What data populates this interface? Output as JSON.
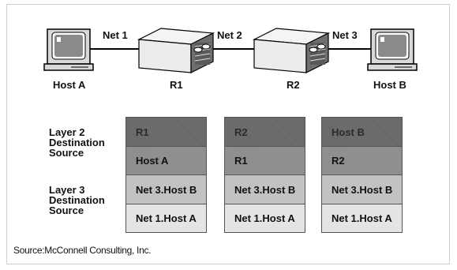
{
  "network": {
    "links": [
      "Net 1",
      "Net 2",
      "Net 3"
    ],
    "devices": [
      {
        "label": "Host A",
        "icon": "computer-icon"
      },
      {
        "label": "R1",
        "icon": "router-icon"
      },
      {
        "label": "R2",
        "icon": "router-icon"
      },
      {
        "label": "Host B",
        "icon": "computer-icon"
      }
    ]
  },
  "table": {
    "layer2": {
      "title": "Layer 2",
      "line1": "Destination",
      "line2": "Source"
    },
    "layer3": {
      "title": "Layer 3",
      "line1": "Destination",
      "line2": "Source"
    },
    "columns": [
      {
        "l2_destination": "R1",
        "l2_source": "Host A",
        "l3_destination": "Net 3.Host B",
        "l3_source": "Net 1.Host A"
      },
      {
        "l2_destination": "R2",
        "l2_source": "R1",
        "l3_destination": "Net 3.Host B",
        "l3_source": "Net 1.Host A"
      },
      {
        "l2_destination": "Host B",
        "l2_source": "R2",
        "l3_destination": "Net 3.Host B",
        "l3_source": "Net 1.Host A"
      }
    ]
  },
  "footer": {
    "source": "Source:McConnell Consulting, Inc."
  },
  "colors": {
    "l2_destination": "#6c6c6c",
    "l2_source": "#8f8f8f",
    "l3_destination": "#c2c2c2",
    "l3_source": "#e4e4e4"
  }
}
